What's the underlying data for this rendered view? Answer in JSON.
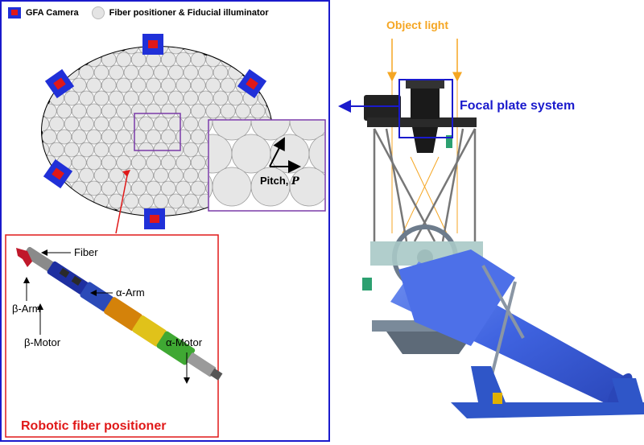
{
  "legend": {
    "gfa_label": "GFA Camera",
    "fiber_label": "Fiber positioner & Fiducial illuminator"
  },
  "focal_plate": {
    "pitch_label": "Pitch, ",
    "pitch_symbol": "P"
  },
  "positioner": {
    "title": "Robotic fiber positioner",
    "labels": {
      "fiber": "Fiber",
      "alpha_arm": "α-Arm",
      "beta_arm": "β-Arm",
      "beta_motor": "β-Motor",
      "alpha_motor": "α-Motor"
    }
  },
  "telescope": {
    "object_light": "Object light",
    "focal_plate_system": "Focal plate system"
  },
  "colors": {
    "frame_blue": "#1a1acc",
    "red_accent": "#e01818",
    "orange_light": "#f5a623",
    "telescope_blue": "#3f63e0"
  }
}
